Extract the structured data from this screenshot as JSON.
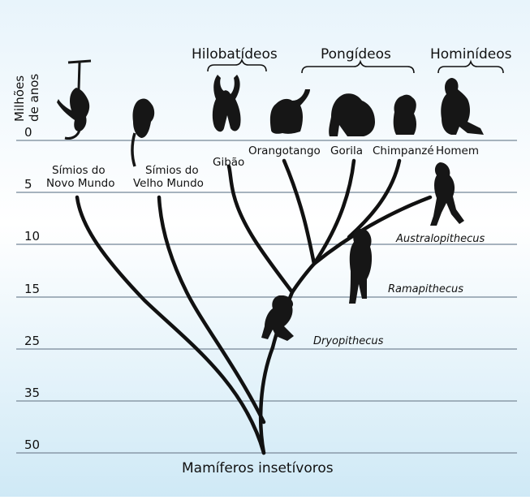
{
  "yaxis": {
    "title_line1": "Milhões",
    "title_line2": "de anos",
    "ticks": [
      "0",
      "5",
      "10",
      "15",
      "25",
      "35",
      "50"
    ]
  },
  "groups": {
    "hilobatideos": "Hilobatídeos",
    "pongideos": "Pongídeos",
    "hominideos": "Hominídeos"
  },
  "taxa": {
    "novo_mundo_l1": "Símios do",
    "novo_mundo_l2": "Novo Mundo",
    "velho_mundo_l1": "Símios do",
    "velho_mundo_l2": "Velho Mundo",
    "gibao": "Gibão",
    "orangotango": "Orangotango",
    "gorila": "Gorila",
    "chimpanze": "Chimpanzé",
    "homem": "Homem"
  },
  "fossils": {
    "australopithecus": "Australopithecus",
    "ramapithecus": "Ramapithecus",
    "dryopithecus": "Dryopithecus"
  },
  "root": "Mamíferos insetívoros",
  "colors": {
    "grid": "#8a9aa8",
    "ink": "#111111",
    "bg_top": "#e8f4fb",
    "bg_bottom": "#cfe9f6"
  }
}
